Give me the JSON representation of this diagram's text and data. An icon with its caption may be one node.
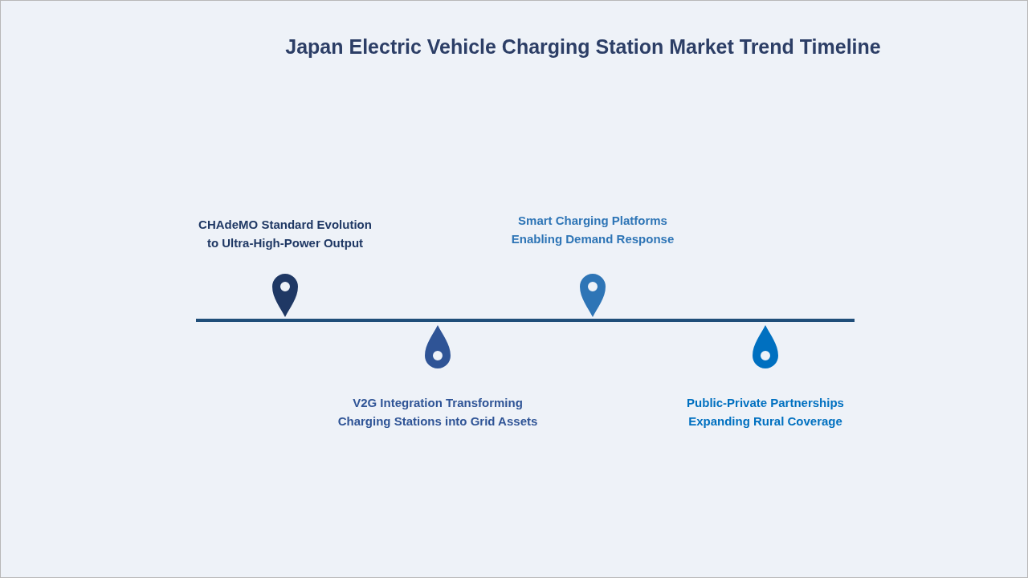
{
  "diagram": {
    "title": "Japan Electric Vehicle Charging Station Market Trend Timeline",
    "labels": [
      "CHAdeMO Standard Evolution to Ultra-High-Power Output",
      "Smart Charging Platforms Enabling Demand Response",
      "V2G Integration Transforming Charging Stations into Grid Assets",
      "Public-Private Partnerships Expanding Rural Coverage"
    ]
  }
}
